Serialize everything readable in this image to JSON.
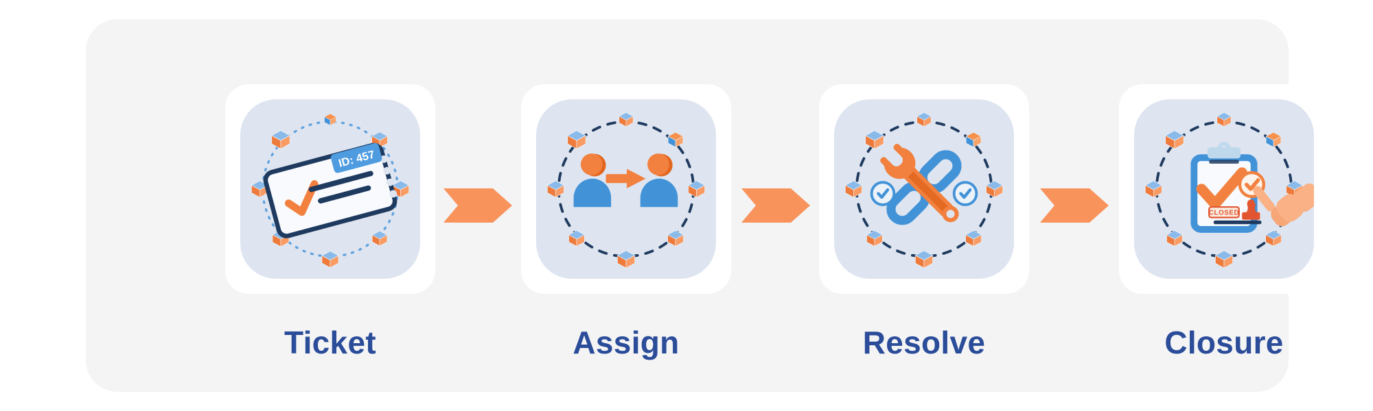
{
  "steps": [
    {
      "label": "Ticket",
      "icon": "ticket-icon",
      "ticket_badge_text": "ID: 457"
    },
    {
      "label": "Assign",
      "icon": "user-handoff-icon"
    },
    {
      "label": "Resolve",
      "icon": "wrench-chain-icon"
    },
    {
      "label": "Closure",
      "icon": "clipboard-stamp-icon",
      "stamp_text": "CLOSED"
    }
  ],
  "connector": {
    "icon": "chevron-arrow-icon"
  },
  "colors": {
    "panel_bg": "#f4f4f5",
    "card_bg": "#ffffff",
    "tile_bg": "#dee5f0",
    "arrow_orange": "#f8935b",
    "icon_orange": "#f2803e",
    "icon_orange_dark": "#e2661f",
    "icon_blue": "#4292d8",
    "icon_blue_light": "#8abaea",
    "clip_blue": "#bfd9ec",
    "outline_navy": "#1f3a5f",
    "label_navy": "#2a4c99",
    "badge_blue": "#4e9be0",
    "closed_red": "#e2552e",
    "skin": "#f9b185"
  }
}
